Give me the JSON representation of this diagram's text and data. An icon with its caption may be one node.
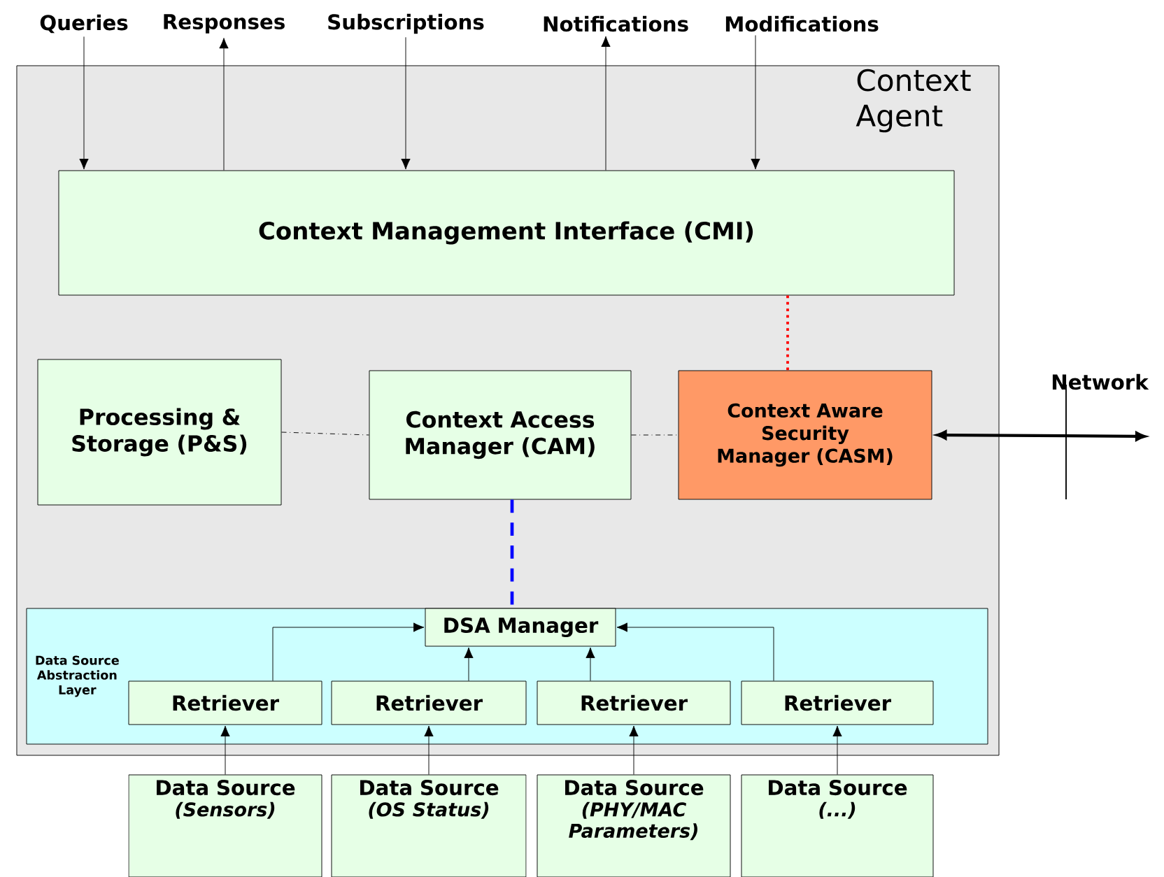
{
  "diagram": {
    "nodes": [
      {
        "text": [
          "Context Agent"
        ]
      },
      {
        "text": [
          "Context Management Interface (CMI)"
        ],
        "in": 0
      },
      {
        "text": [
          "Processing & Storage (P&S)"
        ],
        "in": 0
      },
      {
        "text": [
          "Context Access Manager (CAM)"
        ],
        "in": 0
      },
      {
        "text": [
          "Context Aware Security Manager (CASM)"
        ],
        "in": 0
      },
      {
        "text": [
          "Data Source Abstraction Layer"
        ],
        "in": 0
      },
      {
        "text": [
          "DSA Manager"
        ],
        "in": 5
      },
      {
        "text": [
          "Retriever"
        ],
        "in": 5
      },
      {
        "text": [
          "Retriever"
        ],
        "in": 5
      },
      {
        "text": [
          "Retriever"
        ],
        "in": 5
      },
      {
        "text": [
          "Retriever"
        ],
        "in": 5
      },
      {
        "text": [
          "Data Source",
          "(Sensors)"
        ]
      },
      {
        "text": [
          "Data Source",
          "(OS Status)"
        ]
      },
      {
        "text": [
          "Data Source",
          "(PHY/MAC Parameters)"
        ]
      },
      {
        "text": [
          "Data Source",
          "(...)"
        ]
      },
      {
        "text": [
          "Queries"
        ]
      },
      {
        "text": [
          "Responses"
        ]
      },
      {
        "text": [
          "Subscriptions"
        ]
      },
      {
        "text": [
          "Notifications"
        ]
      },
      {
        "text": [
          "Modifications"
        ]
      }
    ],
    "edges": [
      {
        "from": 15,
        "to": 1,
        "arrow": "to"
      },
      {
        "from": 1,
        "to": 16,
        "arrow": "to"
      },
      {
        "from": 17,
        "to": 1,
        "arrow": "to"
      },
      {
        "from": 1,
        "to": 18,
        "arrow": "to"
      },
      {
        "from": 19,
        "to": 1,
        "arrow": "to"
      },
      {
        "from": 2,
        "to": 3,
        "arrow": "none",
        "style": "dashed"
      },
      {
        "from": 3,
        "to": 4,
        "arrow": "none",
        "style": "dashed"
      },
      {
        "from": 1,
        "to": 4,
        "arrow": "none",
        "style": "dashed",
        "color": "#ff0000"
      },
      {
        "from": 3,
        "to": 6,
        "arrow": "none",
        "style": "dashed",
        "color": "#0000ff"
      },
      {
        "from": 7,
        "to": 6,
        "arrow": "to"
      },
      {
        "from": 8,
        "to": 6,
        "arrow": "to"
      },
      {
        "from": 9,
        "to": 6,
        "arrow": "to"
      },
      {
        "from": 10,
        "to": 6,
        "arrow": "to"
      },
      {
        "from": 11,
        "to": 7,
        "arrow": "to"
      },
      {
        "from": 12,
        "to": 8,
        "arrow": "to"
      },
      {
        "from": 13,
        "to": 9,
        "arrow": "to"
      },
      {
        "from": 14,
        "to": 10,
        "arrow": "to"
      },
      {
        "from": 4,
        "to": null,
        "arrow": "both",
        "style": "thick"
      }
    ],
    "labels": [
      "Network"
    ]
  }
}
